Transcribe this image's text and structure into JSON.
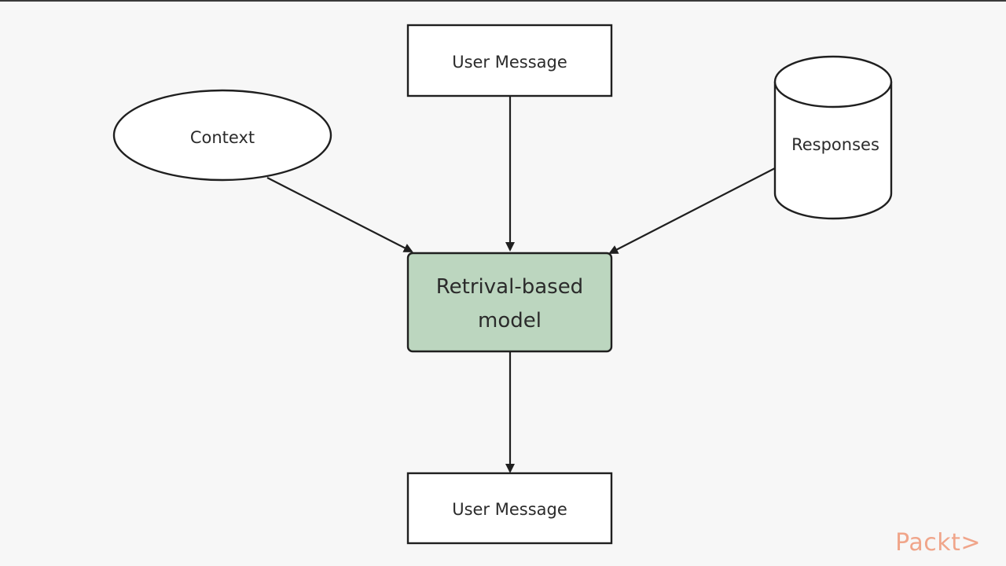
{
  "nodes": {
    "user_message_in": "User Message",
    "context": "Context",
    "responses": "Responses",
    "model_line1": "Retrival-based",
    "model_line2": "model",
    "user_message_out": "User Message"
  },
  "colors": {
    "model_fill": "#bcd6bf",
    "logo": "#f0a58a",
    "stroke": "#1f1f1f"
  },
  "brand": {
    "logo_text": "Packt>"
  }
}
